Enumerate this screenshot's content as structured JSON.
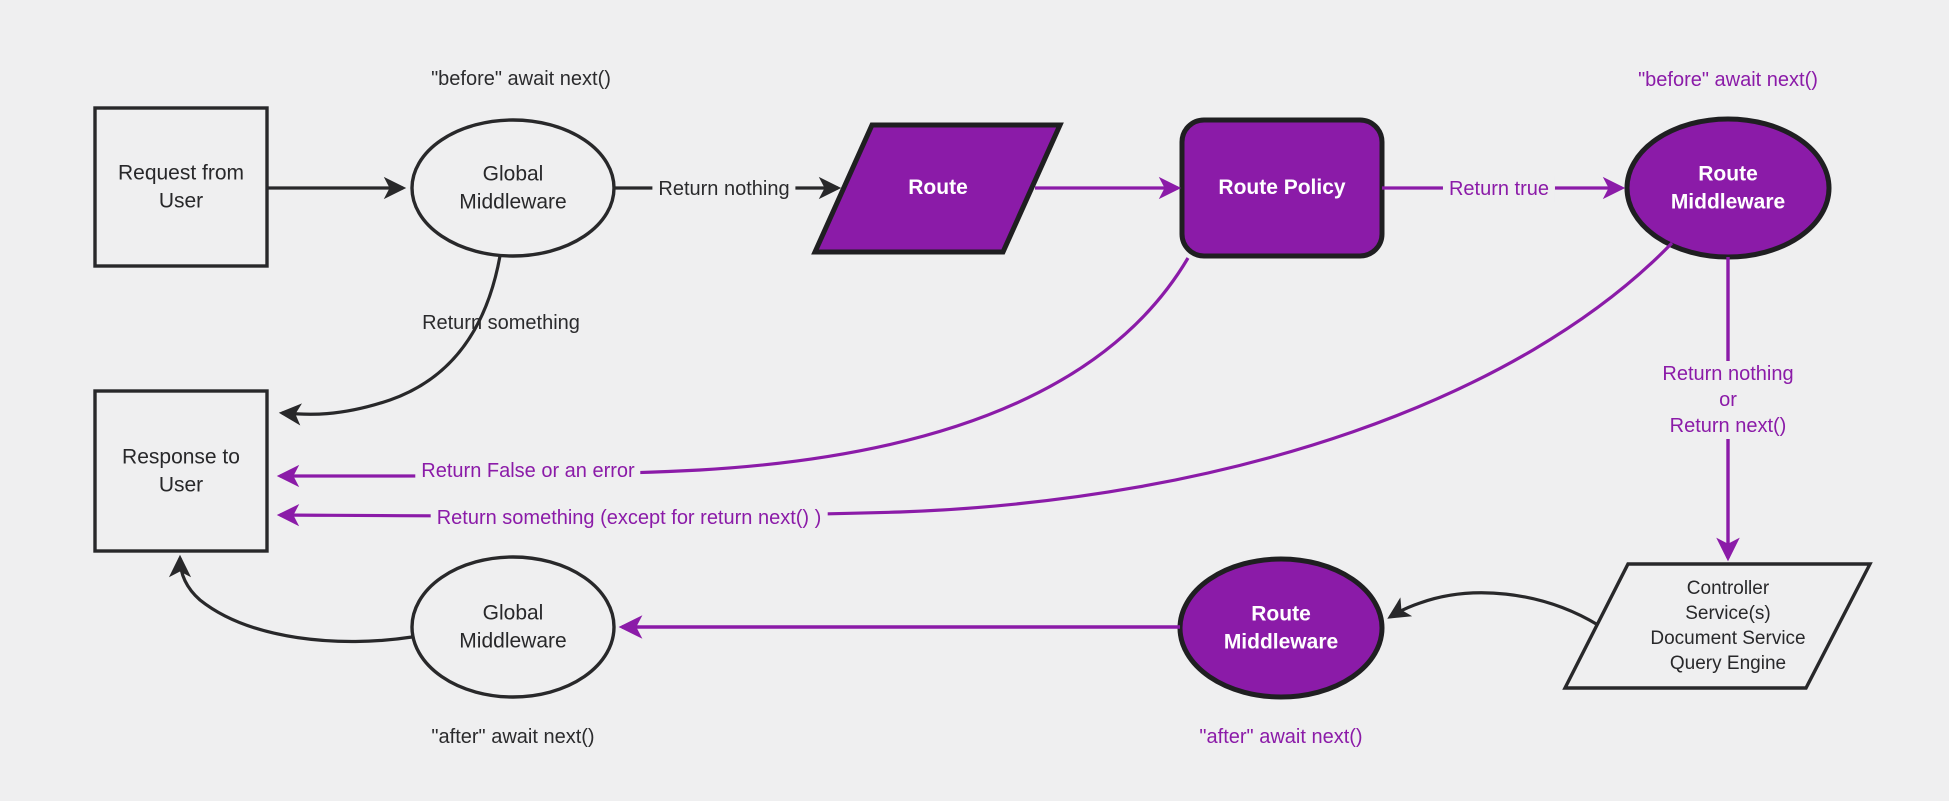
{
  "diagram": {
    "title": "Request lifecycle middleware flow",
    "background_color": "#efeff0",
    "accent_purple": "#8b1ba8",
    "stroke_dark": "#28282a",
    "nodes": {
      "request": {
        "label": "Request from\nUser",
        "shape": "rectangle",
        "fill": "#efeff0"
      },
      "global_middleware_before": {
        "label": "Global\nMiddleware",
        "shape": "ellipse",
        "fill": "#efeff0"
      },
      "route": {
        "label": "Route",
        "shape": "parallelogram",
        "fill": "#8b1ba8"
      },
      "route_policy": {
        "label": "Route Policy",
        "shape": "rounded-rectangle",
        "fill": "#8b1ba8"
      },
      "route_middleware_before": {
        "label": "Route\nMiddleware",
        "shape": "ellipse",
        "fill": "#8b1ba8"
      },
      "controller": {
        "label": "Controller\nService(s)\nDocument Service\nQuery Engine",
        "shape": "parallelogram",
        "fill": "#efeff0"
      },
      "route_middleware_after": {
        "label": "Route\nMiddleware",
        "shape": "ellipse",
        "fill": "#8b1ba8"
      },
      "global_middleware_after": {
        "label": "Global\nMiddleware",
        "shape": "ellipse",
        "fill": "#efeff0"
      },
      "response": {
        "label": "Response to\nUser",
        "shape": "rectangle",
        "fill": "#efeff0"
      }
    },
    "annotations": {
      "before_await_next_global": "\"before\" await next()",
      "before_await_next_route": "\"before\" await next()",
      "after_await_next_global": "\"after\" await next()",
      "after_await_next_route": "\"after\" await next()"
    },
    "edges": {
      "return_nothing": "Return nothing",
      "return_something": "Return something",
      "return_true": "Return true",
      "return_false_or_error": "Return False or an error",
      "return_something_except_next": "Return something (except for return next() )",
      "return_nothing_or_next": "Return nothing\nor\nReturn next()"
    }
  }
}
